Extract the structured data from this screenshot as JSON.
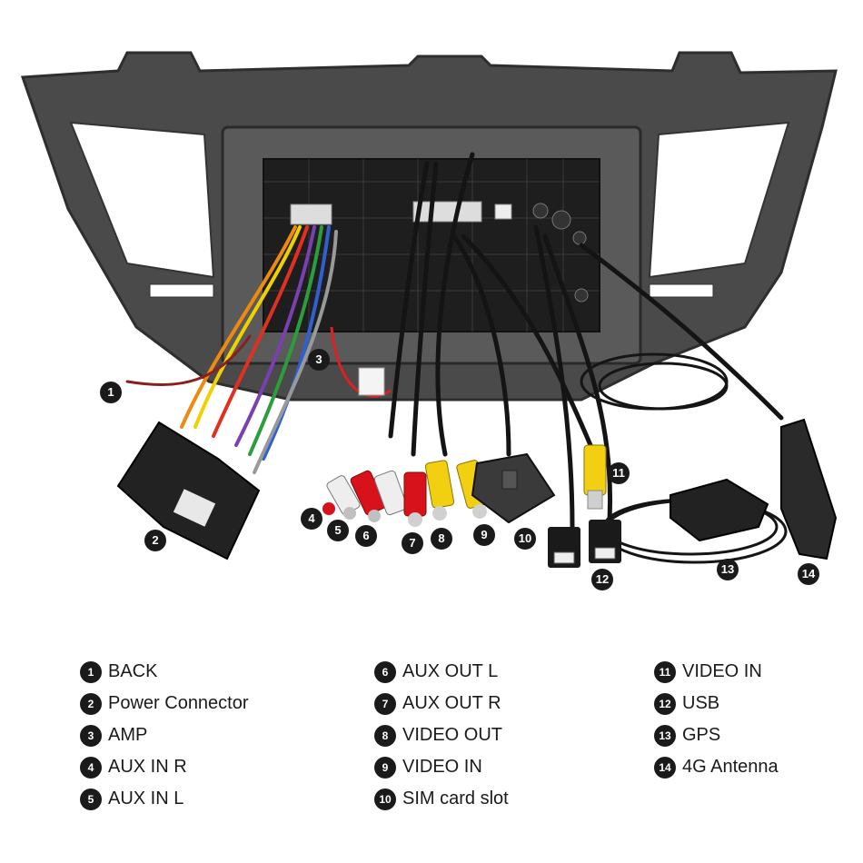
{
  "callouts": [
    "1",
    "2",
    "3",
    "4",
    "5",
    "6",
    "7",
    "8",
    "9",
    "10",
    "11",
    "12",
    "13",
    "14"
  ],
  "legend": {
    "col1": [
      {
        "num": "1",
        "label": "BACK"
      },
      {
        "num": "2",
        "label": "Power Connector"
      },
      {
        "num": "3",
        "label": "AMP"
      },
      {
        "num": "4",
        "label": "AUX IN R"
      },
      {
        "num": "5",
        "label": "AUX IN L"
      }
    ],
    "col2": [
      {
        "num": "6",
        "label": "AUX OUT L"
      },
      {
        "num": "7",
        "label": "AUX OUT R"
      },
      {
        "num": "8",
        "label": "VIDEO OUT"
      },
      {
        "num": "9",
        "label": "VIDEO IN"
      },
      {
        "num": "10",
        "label": "SIM card slot"
      }
    ],
    "col3": [
      {
        "num": "11",
        "label": "VIDEO IN"
      },
      {
        "num": "12",
        "label": "USB"
      },
      {
        "num": "13",
        "label": "GPS"
      },
      {
        "num": "14",
        "label": "4G Antenna"
      }
    ]
  },
  "colors": {
    "frame": "#4a4a4a",
    "frame_dark": "#2e2e2e",
    "board": "#1e1e1e",
    "rca_red": "#d8121a",
    "rca_white": "#eeeeee",
    "rca_yellow": "#f3cf12",
    "cable": "#141414"
  }
}
